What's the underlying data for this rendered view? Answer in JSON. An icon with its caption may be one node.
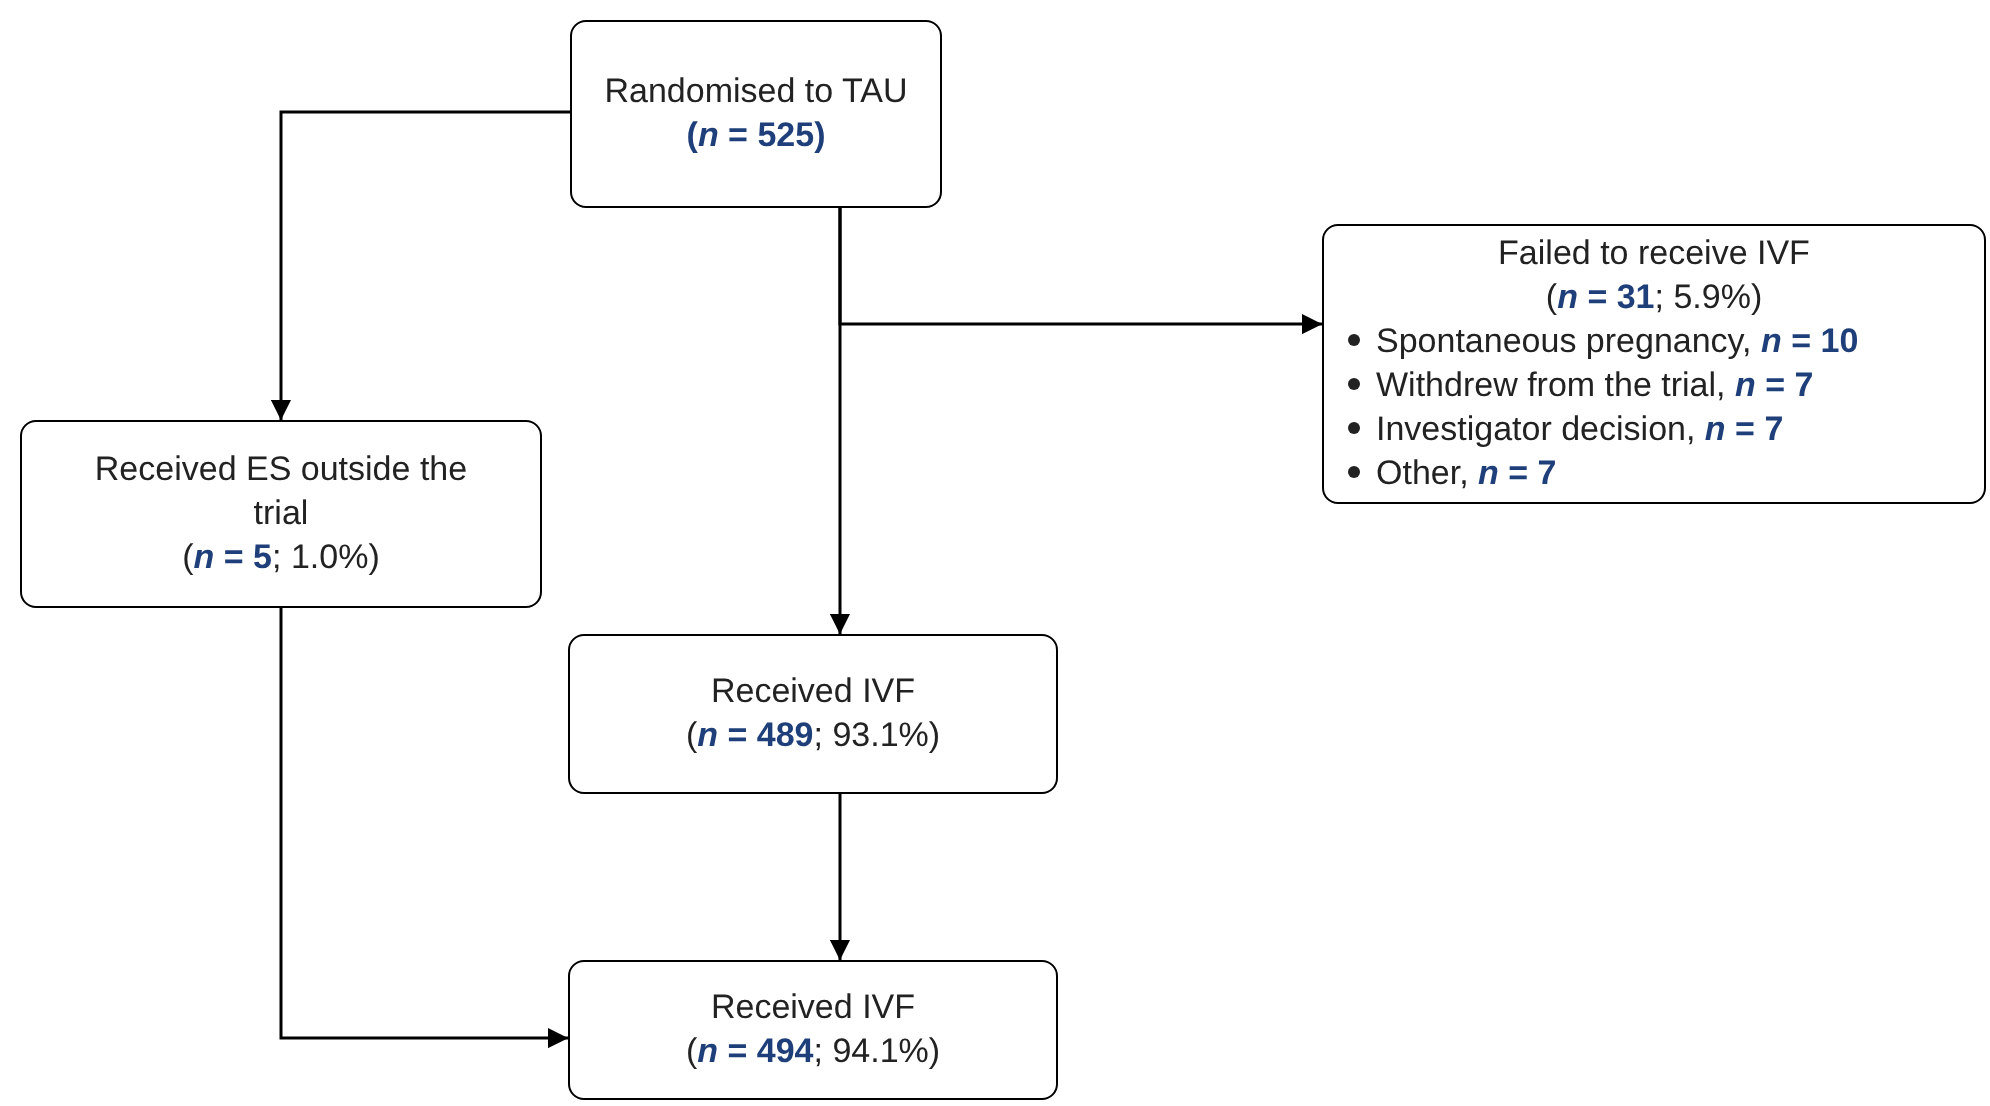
{
  "diagram": {
    "nodes": [
      {
        "text": [
          "Randomised to TAU",
          "(*n* = 525)"
        ]
      },
      {
        "text": [
          "Failed to receive IVF",
          "(*n* **= 31**; 5.9%)",
          "Spontaneous pregnancy, *n* **= 10**",
          "Withdrew from the trial, *n* **= 7**",
          "Investigator decision, *n* **= 7**",
          "Other, *n* **= 7**"
        ]
      },
      {
        "text": [
          "Received ES outside the trial",
          "(*n* **= 5**; 1.0%)"
        ]
      },
      {
        "text": [
          "Received IVF",
          "(*n* **= 489**; 93.1%)"
        ]
      },
      {
        "text": [
          "Received IVF",
          "(*n* **= 494**; 94.1%)"
        ]
      }
    ],
    "edges": [
      {
        "from": 0,
        "to": 2,
        "arrow": "to"
      },
      {
        "from": 0,
        "to": 1,
        "arrow": "to"
      },
      {
        "from": 0,
        "to": 3,
        "arrow": "to"
      },
      {
        "from": 3,
        "to": 4,
        "arrow": "to"
      },
      {
        "from": 2,
        "to": 4,
        "arrow": "to"
      }
    ]
  }
}
